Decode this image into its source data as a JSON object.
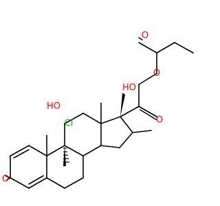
{
  "molecule": {
    "colors": {
      "bond": "#000000",
      "oxygen": "#ff0000",
      "chlorine": "#00b000",
      "carbon": "#000000"
    },
    "labels": {
      "ketone_o": "O",
      "hydroxyl_11": "HO",
      "hydroxyl_17": "HO",
      "chlorine": "Cl",
      "ester_o": "O",
      "carbonyl_o_ester": "O",
      "carbonyl_o_side": "O"
    }
  }
}
